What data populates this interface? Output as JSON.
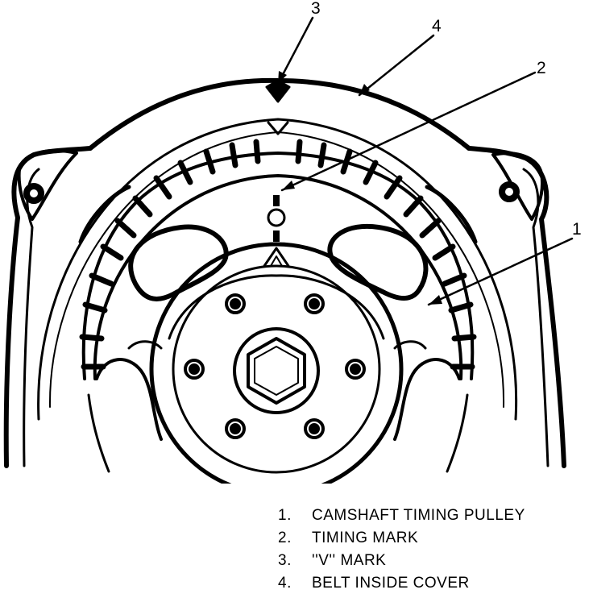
{
  "callouts": {
    "c1": "1",
    "c2": "2",
    "c3": "3",
    "c4": "4"
  },
  "legend": [
    {
      "num": "1.",
      "text": "CAMSHAFT TIMING PULLEY"
    },
    {
      "num": "2.",
      "text": "TIMING MARK"
    },
    {
      "num": "3.",
      "text": "''V'' MARK"
    },
    {
      "num": "4.",
      "text": "BELT INSIDE COVER"
    }
  ],
  "colors": {
    "ink": "#000000",
    "paper": "#ffffff"
  }
}
